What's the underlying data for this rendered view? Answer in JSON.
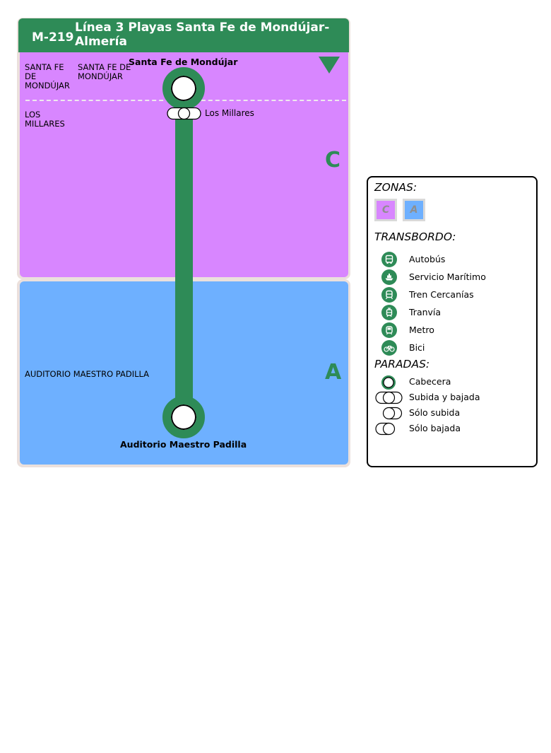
{
  "colors": {
    "line_green": "#2e8b57",
    "zone_c": "#d886ff",
    "zone_a": "#6eb0ff"
  },
  "header": {
    "line_code": "M-219",
    "line_name": "Línea 3 Playas Santa Fe de Mondújar-Almería"
  },
  "zones": {
    "c": {
      "letter": "C",
      "municipality_label": "SANTA FE\nDE\nMONDÚJAR",
      "municipality_label_2": "SANTA FE DE\nMONDÚJAR",
      "locality_label": "LOS\nMILLARES"
    },
    "a": {
      "letter": "A",
      "municipality_label": "AUDITORIO MAESTRO PADILLA"
    }
  },
  "stops": [
    {
      "name": "Santa Fe de Mondújar",
      "type": "terminus"
    },
    {
      "name": "Los Millares",
      "type": "boarding-alighting"
    },
    {
      "name": "Auditorio Maestro Padilla",
      "type": "terminus"
    }
  ],
  "legend": {
    "zones_heading": "ZONAS:",
    "zone_swatches": [
      {
        "letter": "C",
        "color": "#d886ff"
      },
      {
        "letter": "A",
        "color": "#6eb0ff"
      }
    ],
    "transfer_heading": "TRANSBORDO:",
    "transfers": [
      {
        "icon": "bus-icon",
        "label": "Autobús"
      },
      {
        "icon": "ship-icon",
        "label": "Servicio Marítimo"
      },
      {
        "icon": "train-icon",
        "label": "Tren Cercanías"
      },
      {
        "icon": "tram-icon",
        "label": "Tranvía"
      },
      {
        "icon": "metro-icon",
        "label": "Metro"
      },
      {
        "icon": "bike-icon",
        "label": "Bici"
      }
    ],
    "stops_heading": "PARADAS:",
    "stop_types": [
      {
        "icon": "terminus-icon",
        "label": "Cabecera"
      },
      {
        "icon": "boarding-alighting-icon",
        "label": "Subida y bajada"
      },
      {
        "icon": "boarding-only-icon",
        "label": "Sólo subida"
      },
      {
        "icon": "alighting-only-icon",
        "label": "Sólo bajada"
      }
    ]
  }
}
